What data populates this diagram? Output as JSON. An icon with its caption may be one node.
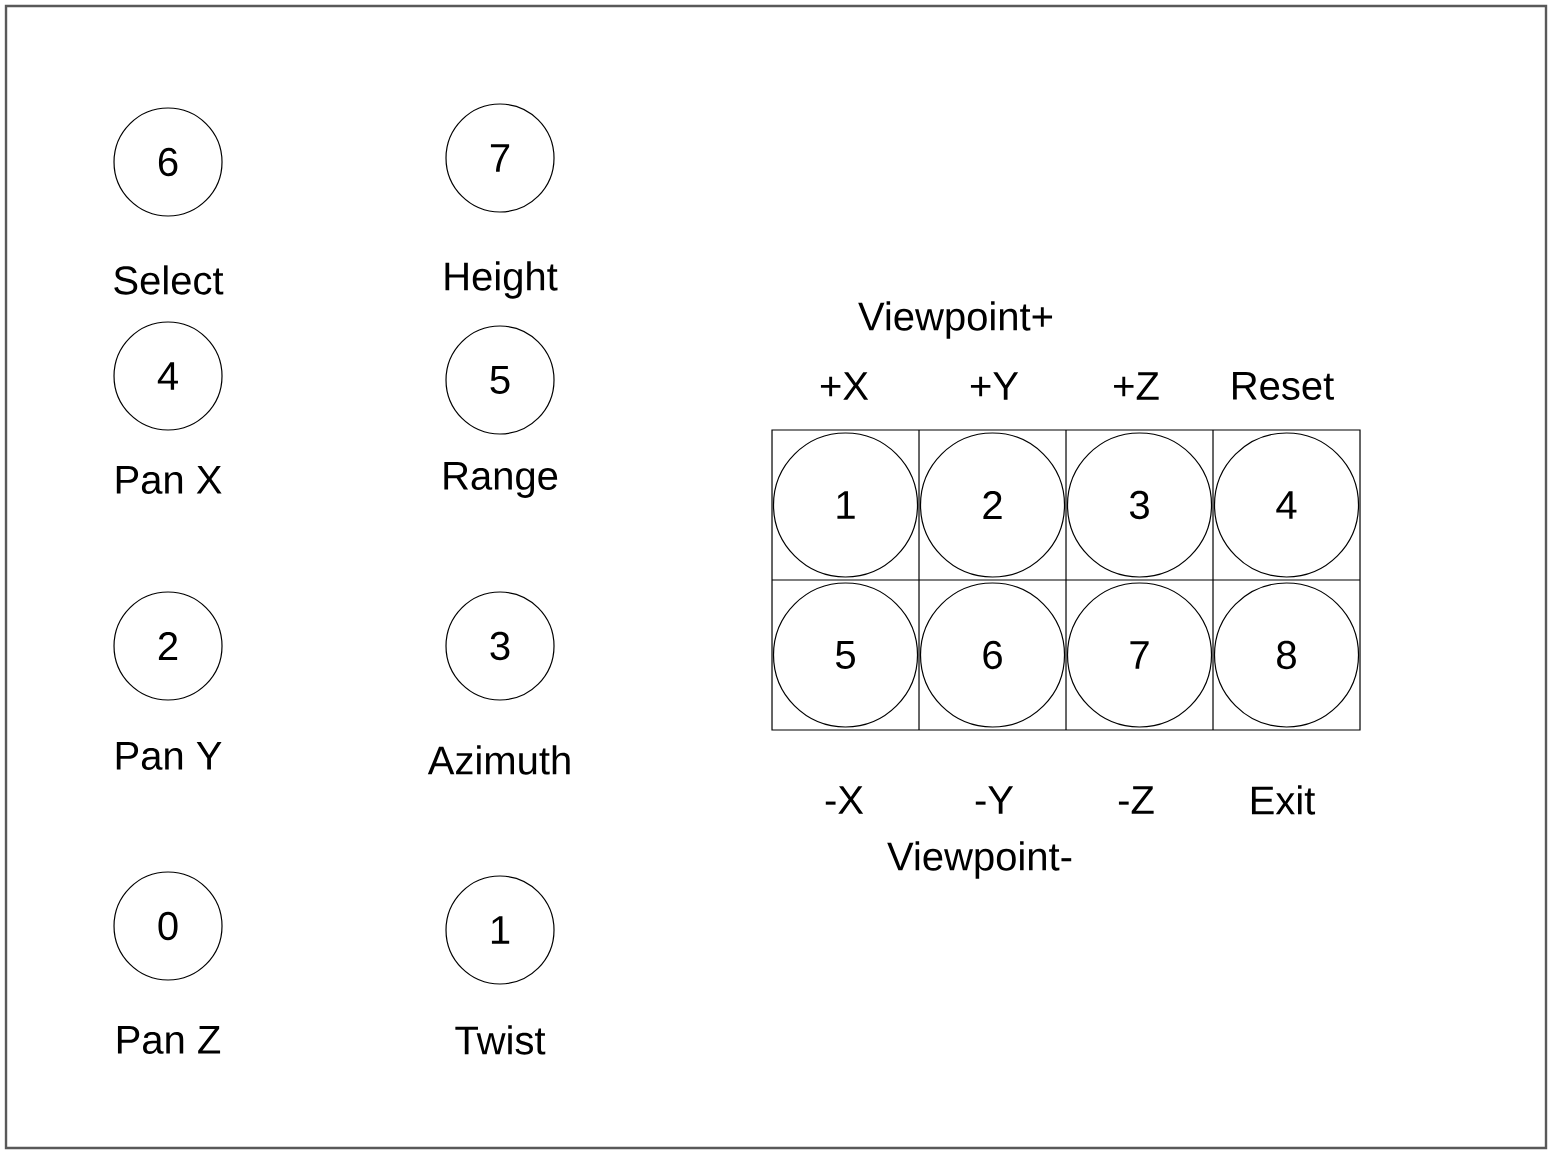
{
  "diagram": {
    "nodes": [
      {
        "text": [
          "6"
        ],
        "beside": [
          "Select"
        ]
      },
      {
        "text": [
          "7"
        ],
        "beside": [
          "Height"
        ]
      },
      {
        "text": [
          "4"
        ],
        "beside": [
          "Pan X"
        ]
      },
      {
        "text": [
          "5"
        ],
        "beside": [
          "Range"
        ]
      },
      {
        "text": [
          "2"
        ],
        "beside": [
          "Pan Y"
        ]
      },
      {
        "text": [
          "3"
        ],
        "beside": [
          "Azimuth"
        ]
      },
      {
        "text": [
          "0"
        ],
        "beside": [
          "Pan Z"
        ]
      },
      {
        "text": [
          "1"
        ],
        "beside": [
          "Twist"
        ]
      },
      {
        "text": [
          "1"
        ]
      },
      {
        "text": [
          "2"
        ]
      },
      {
        "text": [
          "3"
        ]
      },
      {
        "text": [
          "4"
        ]
      },
      {
        "text": [
          "5"
        ]
      },
      {
        "text": [
          "6"
        ]
      },
      {
        "text": [
          "7"
        ]
      },
      {
        "text": [
          "8"
        ]
      }
    ],
    "labels": [
      "Viewpoint+",
      "+X",
      "+Y",
      "+Z",
      "Reset",
      "-X",
      "-Y",
      "-Z",
      "Exit",
      "Viewpoint-"
    ]
  }
}
